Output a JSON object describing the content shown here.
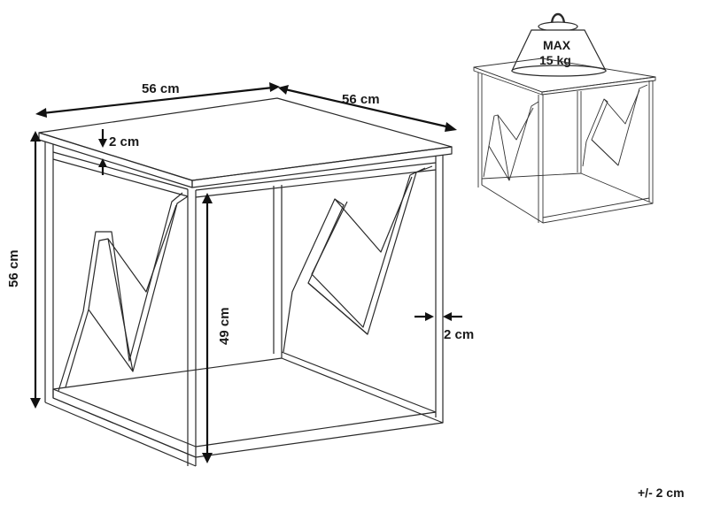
{
  "dimensions": {
    "width_label": "56 cm",
    "depth_label": "56 cm",
    "height_label": "56 cm",
    "top_thickness_label": "2 cm",
    "inner_height_label": "49 cm",
    "frame_thickness_label": "2 cm"
  },
  "weight_limit": {
    "line1": "MAX",
    "line2": "15 kg"
  },
  "tolerance_label": "+/- 2 cm",
  "colors": {
    "line": "#2a2a2a",
    "arrow": "#111111",
    "background": "#ffffff"
  }
}
